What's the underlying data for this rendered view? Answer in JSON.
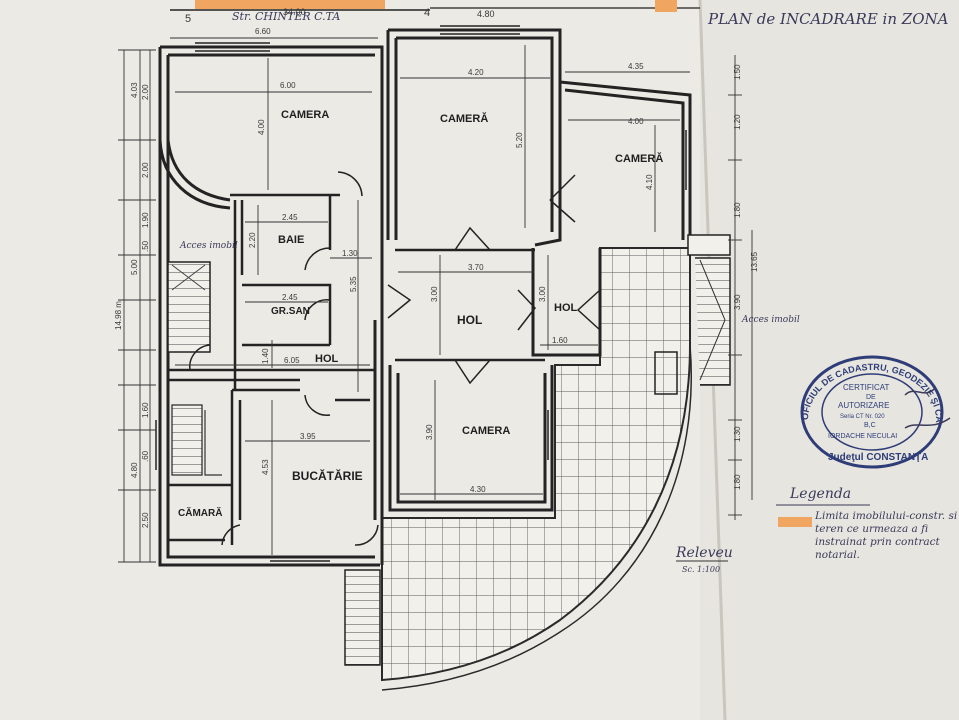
{
  "sheet": {
    "title": "PLAN de INCADRARE in ZONA",
    "street": "Str. CHINTER C.TA",
    "drawing_title": "Releveu",
    "scale": "Sc. 1:100",
    "colors": {
      "paper": "#f1efea",
      "ink": "#262626",
      "orange": "#f0a560",
      "stamp": "#2e3d78"
    }
  },
  "rooms": {
    "camera_nw": "CAMERA",
    "camera_n": "CAMERĂ",
    "camera_ne": "CAMERĂ",
    "baie": "BAIE",
    "gr_san": "GR.SAN",
    "hol_main": "HOL",
    "hol_small": "HOL",
    "hol_corridor": "HOL",
    "camera_s": "CAMERA",
    "bucatarie": "BUCĂTĂRIE",
    "camara": "CĂMARĂ"
  },
  "labels": {
    "acces_left": "Acces imobil",
    "acces_right": "Acces imobil"
  },
  "dimensions": {
    "top_total": "34.00",
    "top_right": "4.80",
    "w_660": "6.60",
    "w_600": "6.00",
    "h_400": "4.00",
    "w_420": "4.20",
    "h_520": "5.20",
    "w_435": "4.35",
    "w_400": "4.00",
    "h_410": "4.10",
    "w_245a": "2.45",
    "h_220": "2.20",
    "w_130": "1.30",
    "w_370": "3.70",
    "h_300a": "3.00",
    "h_300b": "3.00",
    "w_245b": "2.45",
    "w_160": "1.60",
    "h_535": "5.35",
    "h_140": "1.40",
    "w_605": "6.05",
    "w_395": "3.95",
    "h_453": "4.53",
    "h_390": "3.90",
    "w_430": "4.30",
    "left_total": "14.98 m",
    "l_403": "4.03",
    "l_200a": "2.00",
    "l_200b": "2.00",
    "l_190": "1.90",
    "l_050": ".50",
    "l_500": "5.00",
    "l_480": "4.80",
    "l_250": "2.50",
    "l_160": "1.60",
    "l_060": ".60",
    "r_150": "1.50",
    "r_120": "1.20",
    "r_180": "1.80",
    "r_1365": "13.65",
    "r_390": "3.90",
    "r_130": "1.30",
    "r_180b": "1.80"
  },
  "stamp": {
    "outer": "OFICIUL DE CADASTRU, GEODEZIE ŞI CARTOGRAFIE",
    "county": "Judeţul CONSTANŢA",
    "line1": "CERTIFICAT",
    "line2": "DE",
    "line3": "AUTORIZARE",
    "series": "Seria CT  Nr. 020",
    "cls": "B,C",
    "name": "IORDACHE NECULAI"
  },
  "legend": {
    "title": "Legenda",
    "item": "Limita imobilului-constr. si teren ce urmeaza a fi instrainat prin contract notarial."
  }
}
